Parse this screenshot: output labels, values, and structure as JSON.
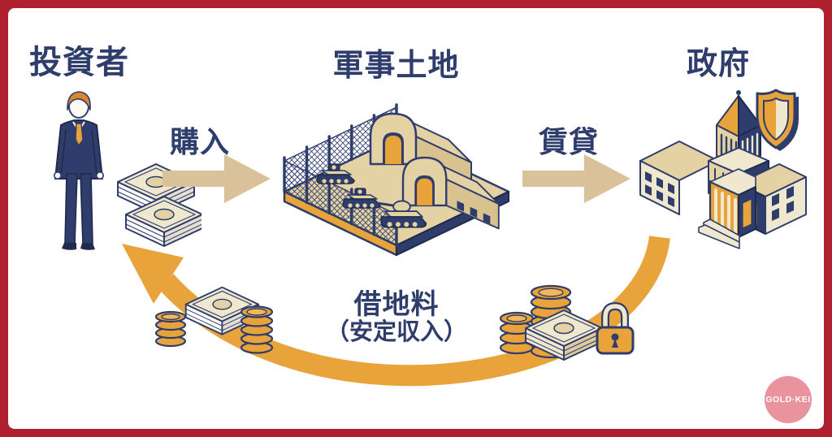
{
  "colors": {
    "background": "#ffffff",
    "frame_red": "#b01f2e",
    "navy": "#2e3d6b",
    "navy_dark": "#1f2b4d",
    "orange": "#e8a33b",
    "arrow_tan": "#d9c299",
    "illustration_tan": "#e4d1a4",
    "cream": "#f0e7cf",
    "paper": "#f6f3ec",
    "hair_orange": "#d9872e",
    "logo_pink": "#e8939d"
  },
  "nodes": {
    "investor": {
      "label": "投資者"
    },
    "military_land": {
      "label": "軍事土地"
    },
    "government": {
      "label": "政府"
    }
  },
  "flows": {
    "purchase": {
      "label": "購入"
    },
    "lease": {
      "label": "賃貸"
    },
    "rent": {
      "line1": "借地料",
      "line2": "（安定収入）"
    }
  },
  "icons": {
    "shield": "shield-icon",
    "padlock": "padlock-icon",
    "coins": "coin-stack-icon",
    "banknotes": "banknote-stack-icon"
  },
  "logo": {
    "text": "GOLD·KEI"
  }
}
